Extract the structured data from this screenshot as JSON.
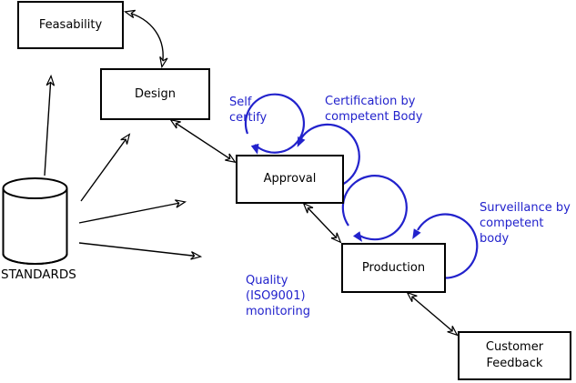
{
  "diagram": {
    "boxes": {
      "feasability": {
        "label": "Feasability"
      },
      "design": {
        "label": "Design"
      },
      "approval": {
        "label": "Approval"
      },
      "production": {
        "label": "Production"
      },
      "customer_feedback": {
        "label": "Customer\nFeedback"
      }
    },
    "datastore": {
      "label": "STANDARDS"
    },
    "blue_labels": {
      "self_certify": "Self\ncertify",
      "certification": "Certification by\ncompetent Body",
      "surveillance": "Surveillance by\ncompetent body",
      "quality_monitoring": "Quality\n(ISO9001)\nmonitoring"
    },
    "colors": {
      "ink": "#000000",
      "blue": "#2222cc",
      "background": "#ffffff"
    }
  }
}
